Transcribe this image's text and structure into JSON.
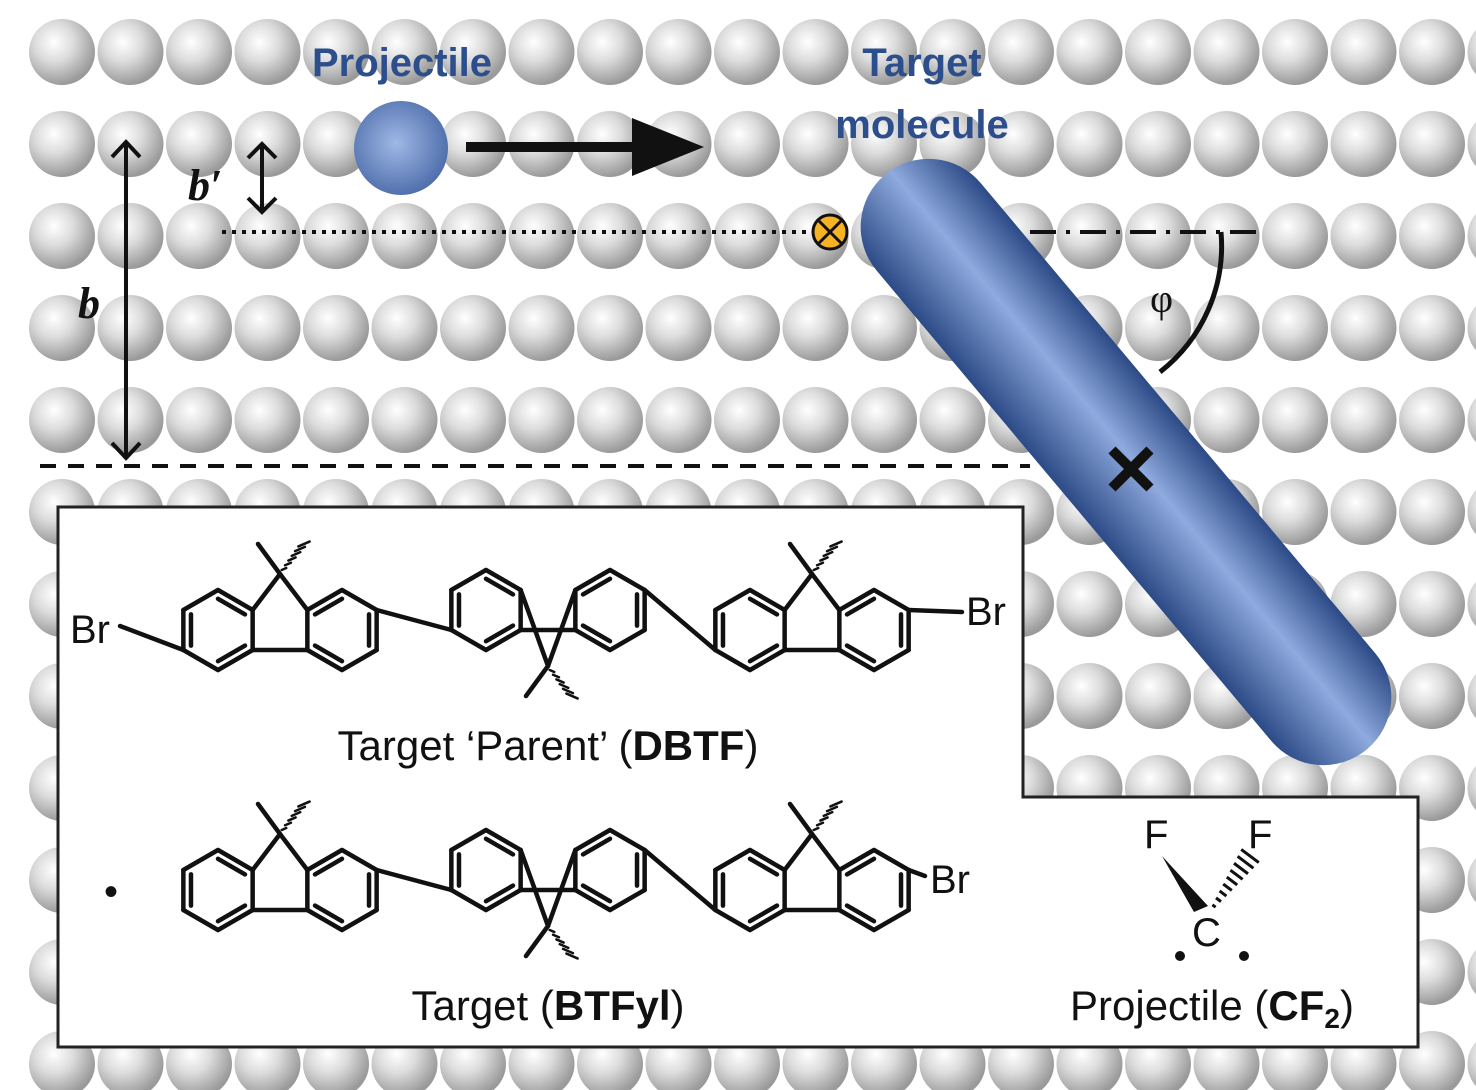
{
  "labels": {
    "projectile": "Projectile",
    "target_line1": "Target",
    "target_line2": "molecule",
    "b_prime": "b′",
    "b": "b",
    "phi": "φ"
  },
  "molecules": {
    "parent": {
      "caption_pre": "Target ‘Parent’ (",
      "caption_bold": "DBTF",
      "caption_post": ")",
      "atom_left": "Br",
      "atom_right": "Br"
    },
    "btfyl": {
      "caption_pre": "Target (",
      "caption_bold": "BTFyl",
      "caption_post": ")",
      "radical": "•",
      "atom_right": "Br"
    },
    "cf2": {
      "caption_pre": "Projectile (",
      "caption_bold": "CF",
      "caption_sub": "2",
      "caption_post": ")",
      "f_left": "F",
      "f_right": "F",
      "c": "C"
    }
  },
  "colors": {
    "surface_atom": "#c8c8c8",
    "molecule_blue": "#5a7bb8",
    "label_blue": "#2d4e8c",
    "marker_orange": "#f5b324"
  }
}
